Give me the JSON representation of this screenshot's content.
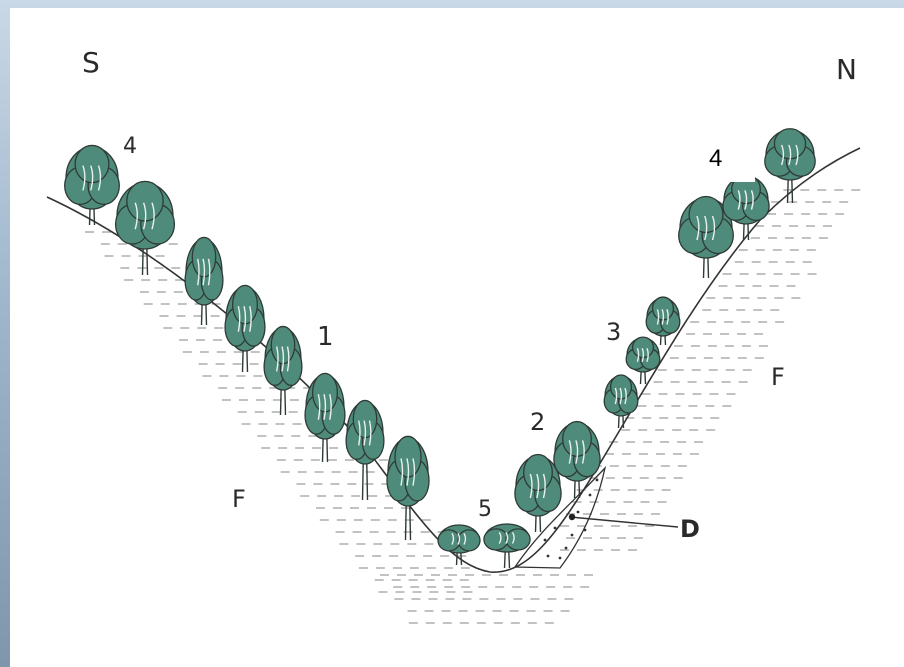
{
  "diagram": {
    "labels": {
      "south": "S",
      "north": "N",
      "zone_4_left": "4",
      "zone_1": "1",
      "zone_2": "2",
      "zone_3": "3",
      "zone_4_right": "4",
      "zone_5": "5",
      "substrate_left": "F",
      "substrate_right": "F",
      "deposit": "D"
    },
    "colors": {
      "tree_foliage": "#4e8b7a",
      "tree_outline": "#2f3a36",
      "ground_line": "#333333",
      "hatching": "#9a9a9a",
      "background_edge": "#9fb6cc"
    }
  }
}
